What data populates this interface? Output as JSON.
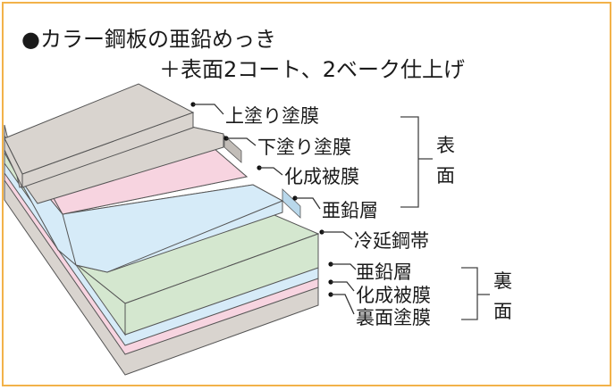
{
  "title": {
    "line1": "●カラー鋼板の亜鉛めっき",
    "line2": "＋表面2コート、2ベーク仕上げ"
  },
  "layers": {
    "top_coat": "上塗り塗膜",
    "primer": "下塗り塗膜",
    "chem_front": "化成被膜",
    "zinc_front": "亜鉛層",
    "steel": "冷延鋼帯",
    "zinc_back": "亜鉛層",
    "chem_back": "化成被膜",
    "back_coat": "裏面塗膜"
  },
  "groups": {
    "front": [
      "表",
      "面"
    ],
    "back": [
      "裏",
      "面"
    ]
  },
  "colors": {
    "frame": "#f2b24a",
    "coat": "#d9d4cf",
    "chemical": "#f7d4e0",
    "zinc": "#d6ebf8",
    "steel": "#d4e7cf"
  }
}
